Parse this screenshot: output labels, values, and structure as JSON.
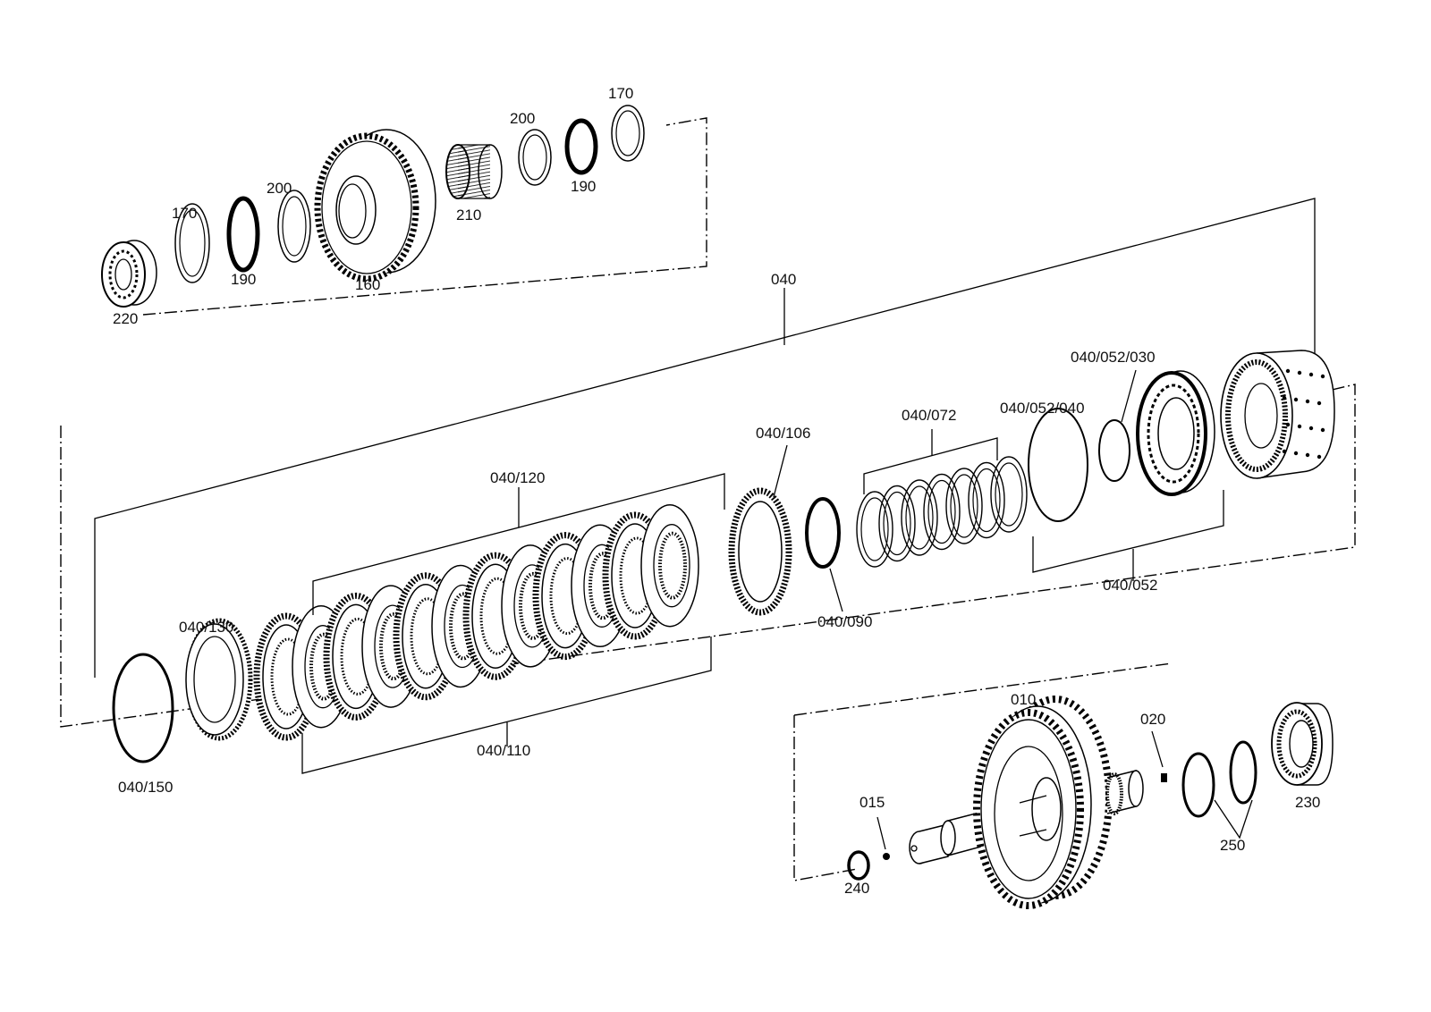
{
  "labels": {
    "p220": "220",
    "p170a": "170",
    "p190a": "190",
    "p200a": "200",
    "p160": "160",
    "p210": "210",
    "p200b": "200",
    "p190b": "190",
    "p170b": "170",
    "p040": "040",
    "p040_130": "040/130",
    "p040_150": "040/150",
    "p040_120": "040/120",
    "p040_110": "040/110",
    "p040_106": "040/106",
    "p040_090": "040/090",
    "p040_072": "040/072",
    "p040_052_040": "040/052/040",
    "p040_052_030": "040/052/030",
    "p040_052": "040/052",
    "p010": "010",
    "p015": "015",
    "p020": "020",
    "p230": "230",
    "p240": "240",
    "p250": "250"
  },
  "icons": [
    "bearing-icon",
    "shim-icon",
    "snap-ring-icon",
    "gear-icon",
    "needle-cage-icon",
    "clutch-disc-icon",
    "piston-icon",
    "drum-icon",
    "shaft-icon",
    "o-ring-icon",
    "ball-icon"
  ]
}
